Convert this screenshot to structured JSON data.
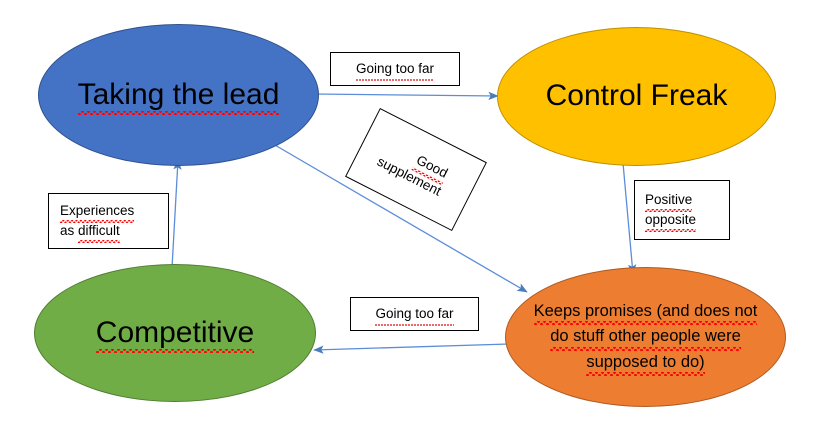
{
  "diagram": {
    "title": "Taking the lead / Control Freak behaviour loop",
    "background_color": "#FFFFFF",
    "edge_color": "#5B8DD9",
    "nodes": [
      {
        "id": "taking-the-lead",
        "label": "Taking the lead",
        "shape": "ellipse",
        "fill": "#4472C4",
        "stroke": "#2F528F",
        "spellcheck_underline": true
      },
      {
        "id": "control-freak",
        "label": "Control Freak",
        "shape": "ellipse",
        "fill": "#FFC000",
        "stroke": "#BF9000",
        "spellcheck_underline": false
      },
      {
        "id": "competitive",
        "label": "Competitive",
        "shape": "ellipse",
        "fill": "#70AD47",
        "stroke": "#507E32",
        "spellcheck_underline": true
      },
      {
        "id": "keeps-promises",
        "label": "Keeps promises (and does not do stuff other people were supposed to do)",
        "line1": "Keeps promises (and does not",
        "line2": "do stuff other people were",
        "line3": "supposed to do)",
        "shape": "ellipse",
        "fill": "#ED7D31",
        "stroke": "#AE5A21",
        "spellcheck_underline": true
      }
    ],
    "edge_labels": [
      {
        "id": "going-too-far-top",
        "text": "Going too far",
        "from": "taking-the-lead",
        "to": "control-freak",
        "rotation_deg": 0
      },
      {
        "id": "good-supplement",
        "text": "Good supplement",
        "line1": "Good",
        "line2": "supplement",
        "from": "taking-the-lead",
        "to": "keeps-promises",
        "rotation_deg": 27
      },
      {
        "id": "positive-opposite",
        "text": "Positive opposite",
        "line1": "Positive",
        "line2": "opposite",
        "from": "control-freak",
        "to": "keeps-promises",
        "rotation_deg": 0
      },
      {
        "id": "going-too-far-bottom",
        "text": "Going too far",
        "from": "keeps-promises",
        "to": "competitive",
        "rotation_deg": 0
      },
      {
        "id": "experiences-as-difficult",
        "text": "Experiences as difficult",
        "line1": "Experiences",
        "line2": "as difficult",
        "from": "competitive",
        "to": "taking-the-lead",
        "rotation_deg": 0
      }
    ]
  }
}
